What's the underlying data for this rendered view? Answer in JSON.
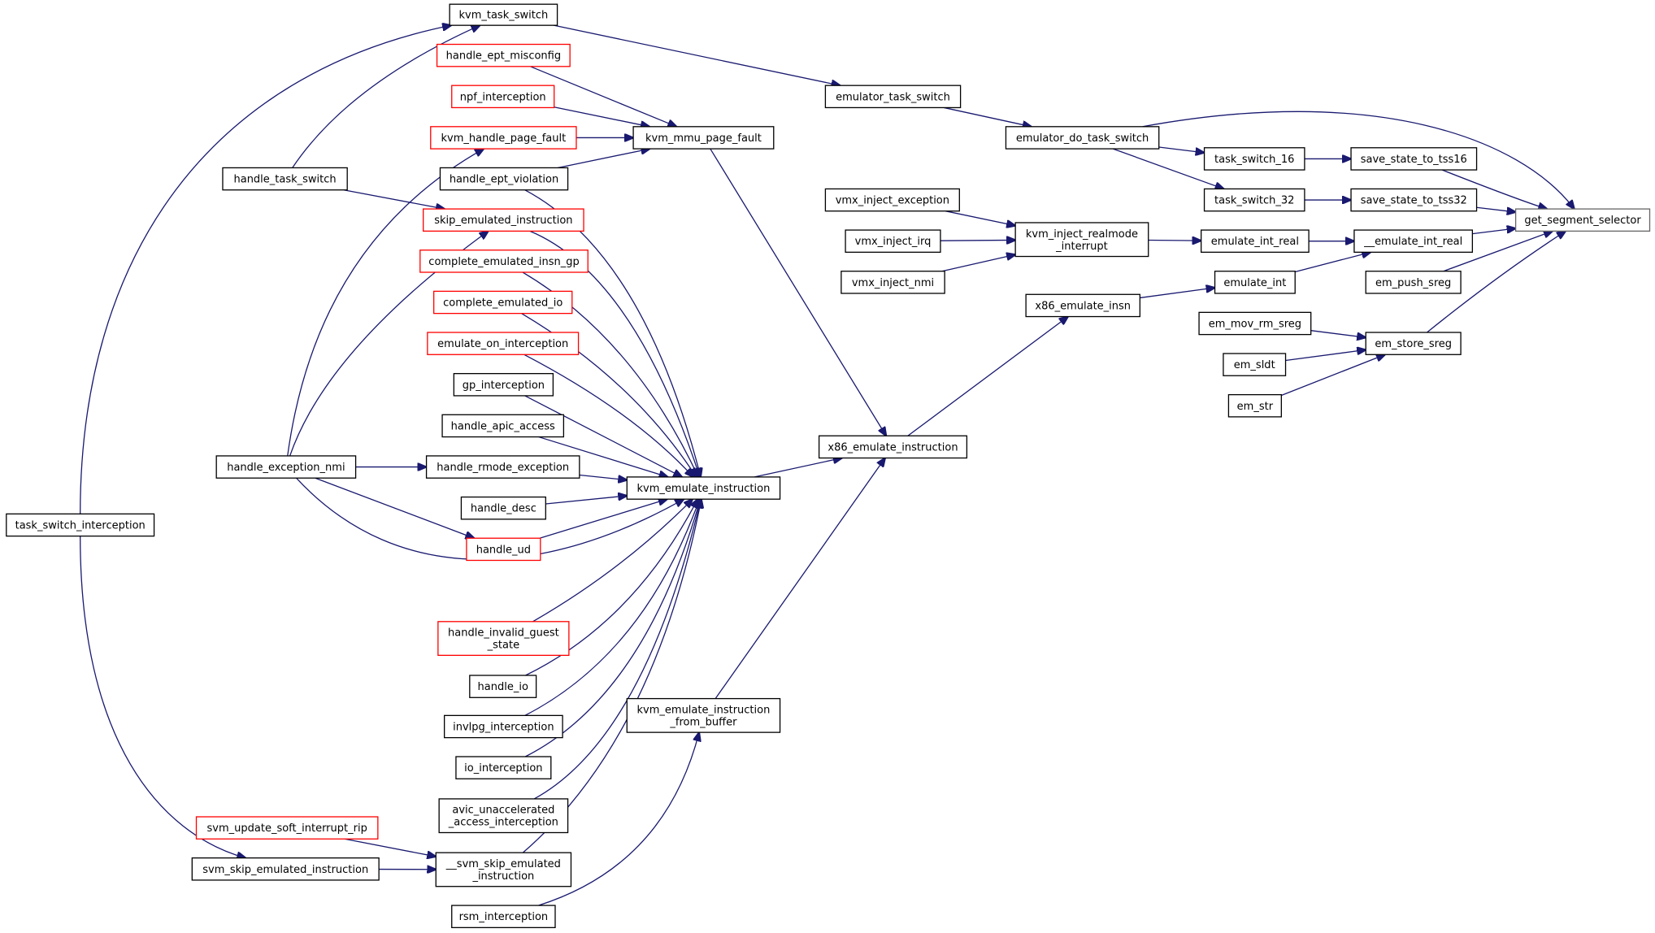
{
  "colors": {
    "edge": "#191970",
    "node_border": "#000000",
    "external_border": "#ff0000",
    "focus_fill": "#bfbfbf",
    "focus_border": "#666666"
  },
  "nodes": {
    "kvm_task_switch": {
      "lines": [
        "kvm_task_switch"
      ],
      "style": "normal"
    },
    "handle_ept_misconfig": {
      "lines": [
        "handle_ept_misconfig"
      ],
      "style": "external"
    },
    "npf_interception": {
      "lines": [
        "npf_interception"
      ],
      "style": "external"
    },
    "kvm_handle_page_fault": {
      "lines": [
        "kvm_handle_page_fault"
      ],
      "style": "external"
    },
    "handle_ept_violation": {
      "lines": [
        "handle_ept_violation"
      ],
      "style": "normal"
    },
    "kvm_mmu_page_fault": {
      "lines": [
        "kvm_mmu_page_fault"
      ],
      "style": "normal"
    },
    "emulator_task_switch": {
      "lines": [
        "emulator_task_switch"
      ],
      "style": "normal"
    },
    "emulator_do_task_switch": {
      "lines": [
        "emulator_do_task_switch"
      ],
      "style": "normal"
    },
    "handle_task_switch": {
      "lines": [
        "handle_task_switch"
      ],
      "style": "normal"
    },
    "skip_emulated_instruction": {
      "lines": [
        "skip_emulated_instruction"
      ],
      "style": "external"
    },
    "complete_emulated_insn_gp": {
      "lines": [
        "complete_emulated_insn_gp"
      ],
      "style": "external"
    },
    "complete_emulated_io": {
      "lines": [
        "complete_emulated_io"
      ],
      "style": "external"
    },
    "emulate_on_interception": {
      "lines": [
        "emulate_on_interception"
      ],
      "style": "external"
    },
    "gp_interception": {
      "lines": [
        "gp_interception"
      ],
      "style": "normal"
    },
    "handle_apic_access": {
      "lines": [
        "handle_apic_access"
      ],
      "style": "normal"
    },
    "handle_rmode_exception": {
      "lines": [
        "handle_rmode_exception"
      ],
      "style": "normal"
    },
    "handle_desc": {
      "lines": [
        "handle_desc"
      ],
      "style": "normal"
    },
    "handle_ud": {
      "lines": [
        "handle_ud"
      ],
      "style": "external"
    },
    "handle_invalid_guest_state": {
      "lines": [
        "handle_invalid_guest",
        "_state"
      ],
      "style": "external"
    },
    "handle_io": {
      "lines": [
        "handle_io"
      ],
      "style": "normal"
    },
    "invlpg_interception": {
      "lines": [
        "invlpg_interception"
      ],
      "style": "normal"
    },
    "io_interception": {
      "lines": [
        "io_interception"
      ],
      "style": "normal"
    },
    "avic_unaccelerated_access_interception": {
      "lines": [
        "avic_unaccelerated",
        "_access_interception"
      ],
      "style": "normal"
    },
    "__svm_skip_emulated_instruction": {
      "lines": [
        "__svm_skip_emulated",
        "_instruction"
      ],
      "style": "normal"
    },
    "rsm_interception": {
      "lines": [
        "rsm_interception"
      ],
      "style": "normal"
    },
    "svm_update_soft_interrupt_rip": {
      "lines": [
        "svm_update_soft_interrupt_rip"
      ],
      "style": "external"
    },
    "svm_skip_emulated_instruction": {
      "lines": [
        "svm_skip_emulated_instruction"
      ],
      "style": "normal"
    },
    "handle_exception_nmi": {
      "lines": [
        "handle_exception_nmi"
      ],
      "style": "normal"
    },
    "task_switch_interception": {
      "lines": [
        "task_switch_interception"
      ],
      "style": "normal"
    },
    "kvm_emulate_instruction": {
      "lines": [
        "kvm_emulate_instruction"
      ],
      "style": "normal"
    },
    "kvm_emulate_instruction_from_buffer": {
      "lines": [
        "kvm_emulate_instruction",
        "_from_buffer"
      ],
      "style": "normal"
    },
    "x86_emulate_instruction": {
      "lines": [
        "x86_emulate_instruction"
      ],
      "style": "normal"
    },
    "x86_emulate_insn": {
      "lines": [
        "x86_emulate_insn"
      ],
      "style": "normal"
    },
    "vmx_inject_exception": {
      "lines": [
        "vmx_inject_exception"
      ],
      "style": "normal"
    },
    "vmx_inject_irq": {
      "lines": [
        "vmx_inject_irq"
      ],
      "style": "normal"
    },
    "vmx_inject_nmi": {
      "lines": [
        "vmx_inject_nmi"
      ],
      "style": "normal"
    },
    "kvm_inject_realmode_interrupt": {
      "lines": [
        "kvm_inject_realmode",
        "_interrupt"
      ],
      "style": "normal"
    },
    "task_switch_16": {
      "lines": [
        "task_switch_16"
      ],
      "style": "normal"
    },
    "task_switch_32": {
      "lines": [
        "task_switch_32"
      ],
      "style": "normal"
    },
    "emulate_int_real": {
      "lines": [
        "emulate_int_real"
      ],
      "style": "normal"
    },
    "emulate_int": {
      "lines": [
        "emulate_int"
      ],
      "style": "normal"
    },
    "em_mov_rm_sreg": {
      "lines": [
        "em_mov_rm_sreg"
      ],
      "style": "normal"
    },
    "em_sldt": {
      "lines": [
        "em_sldt"
      ],
      "style": "normal"
    },
    "em_str": {
      "lines": [
        "em_str"
      ],
      "style": "normal"
    },
    "save_state_to_tss16": {
      "lines": [
        "save_state_to_tss16"
      ],
      "style": "normal"
    },
    "save_state_to_tss32": {
      "lines": [
        "save_state_to_tss32"
      ],
      "style": "normal"
    },
    "__emulate_int_real": {
      "lines": [
        "__emulate_int_real"
      ],
      "style": "normal"
    },
    "em_push_sreg": {
      "lines": [
        "em_push_sreg"
      ],
      "style": "normal"
    },
    "em_store_sreg": {
      "lines": [
        "em_store_sreg"
      ],
      "style": "normal"
    },
    "get_segment_selector": {
      "lines": [
        "get_segment_selector"
      ],
      "style": "focus"
    }
  },
  "edges": [
    {
      "from": "handle_task_switch",
      "to": "kvm_task_switch"
    },
    {
      "from": "task_switch_interception",
      "to": "kvm_task_switch"
    },
    {
      "from": "kvm_task_switch",
      "to": "emulator_task_switch"
    },
    {
      "from": "handle_ept_misconfig",
      "to": "kvm_mmu_page_fault"
    },
    {
      "from": "npf_interception",
      "to": "kvm_mmu_page_fault"
    },
    {
      "from": "kvm_handle_page_fault",
      "to": "kvm_mmu_page_fault"
    },
    {
      "from": "handle_ept_violation",
      "to": "kvm_mmu_page_fault"
    },
    {
      "from": "handle_exception_nmi",
      "to": "kvm_handle_page_fault"
    },
    {
      "from": "handle_task_switch",
      "to": "skip_emulated_instruction"
    },
    {
      "from": "handle_exception_nmi",
      "to": "skip_emulated_instruction"
    },
    {
      "from": "handle_exception_nmi",
      "to": "handle_rmode_exception"
    },
    {
      "from": "handle_exception_nmi",
      "to": "handle_ud"
    },
    {
      "from": "handle_exception_nmi",
      "to": "kvm_emulate_instruction"
    },
    {
      "from": "skip_emulated_instruction",
      "to": "kvm_emulate_instruction"
    },
    {
      "from": "complete_emulated_insn_gp",
      "to": "kvm_emulate_instruction"
    },
    {
      "from": "complete_emulated_io",
      "to": "kvm_emulate_instruction"
    },
    {
      "from": "emulate_on_interception",
      "to": "kvm_emulate_instruction"
    },
    {
      "from": "gp_interception",
      "to": "kvm_emulate_instruction"
    },
    {
      "from": "handle_apic_access",
      "to": "kvm_emulate_instruction"
    },
    {
      "from": "handle_rmode_exception",
      "to": "kvm_emulate_instruction"
    },
    {
      "from": "handle_desc",
      "to": "kvm_emulate_instruction"
    },
    {
      "from": "handle_ud",
      "to": "kvm_emulate_instruction"
    },
    {
      "from": "handle_invalid_guest_state",
      "to": "kvm_emulate_instruction"
    },
    {
      "from": "handle_io",
      "to": "kvm_emulate_instruction"
    },
    {
      "from": "invlpg_interception",
      "to": "kvm_emulate_instruction"
    },
    {
      "from": "io_interception",
      "to": "kvm_emulate_instruction"
    },
    {
      "from": "avic_unaccelerated_access_interception",
      "to": "kvm_emulate_instruction"
    },
    {
      "from": "__svm_skip_emulated_instruction",
      "to": "kvm_emulate_instruction"
    },
    {
      "from": "handle_ept_violation",
      "to": "kvm_emulate_instruction"
    },
    {
      "from": "svm_update_soft_interrupt_rip",
      "to": "__svm_skip_emulated_instruction"
    },
    {
      "from": "svm_skip_emulated_instruction",
      "to": "__svm_skip_emulated_instruction"
    },
    {
      "from": "task_switch_interception",
      "to": "svm_skip_emulated_instruction"
    },
    {
      "from": "rsm_interception",
      "to": "kvm_emulate_instruction_from_buffer"
    },
    {
      "from": "kvm_emulate_instruction",
      "to": "x86_emulate_instruction"
    },
    {
      "from": "kvm_mmu_page_fault",
      "to": "x86_emulate_instruction"
    },
    {
      "from": "kvm_emulate_instruction_from_buffer",
      "to": "x86_emulate_instruction"
    },
    {
      "from": "x86_emulate_instruction",
      "to": "x86_emulate_insn"
    },
    {
      "from": "emulator_task_switch",
      "to": "emulator_do_task_switch"
    },
    {
      "from": "emulator_do_task_switch",
      "to": "task_switch_16"
    },
    {
      "from": "emulator_do_task_switch",
      "to": "task_switch_32"
    },
    {
      "from": "emulator_do_task_switch",
      "to": "get_segment_selector"
    },
    {
      "from": "vmx_inject_exception",
      "to": "kvm_inject_realmode_interrupt"
    },
    {
      "from": "vmx_inject_irq",
      "to": "kvm_inject_realmode_interrupt"
    },
    {
      "from": "vmx_inject_nmi",
      "to": "kvm_inject_realmode_interrupt"
    },
    {
      "from": "kvm_inject_realmode_interrupt",
      "to": "emulate_int_real"
    },
    {
      "from": "x86_emulate_insn",
      "to": "emulate_int"
    },
    {
      "from": "task_switch_16",
      "to": "save_state_to_tss16"
    },
    {
      "from": "task_switch_32",
      "to": "save_state_to_tss32"
    },
    {
      "from": "emulate_int_real",
      "to": "__emulate_int_real"
    },
    {
      "from": "emulate_int",
      "to": "__emulate_int_real"
    },
    {
      "from": "em_mov_rm_sreg",
      "to": "em_store_sreg"
    },
    {
      "from": "em_sldt",
      "to": "em_store_sreg"
    },
    {
      "from": "em_str",
      "to": "em_store_sreg"
    },
    {
      "from": "save_state_to_tss16",
      "to": "get_segment_selector"
    },
    {
      "from": "save_state_to_tss32",
      "to": "get_segment_selector"
    },
    {
      "from": "__emulate_int_real",
      "to": "get_segment_selector"
    },
    {
      "from": "em_push_sreg",
      "to": "get_segment_selector"
    },
    {
      "from": "em_store_sreg",
      "to": "get_segment_selector"
    }
  ]
}
